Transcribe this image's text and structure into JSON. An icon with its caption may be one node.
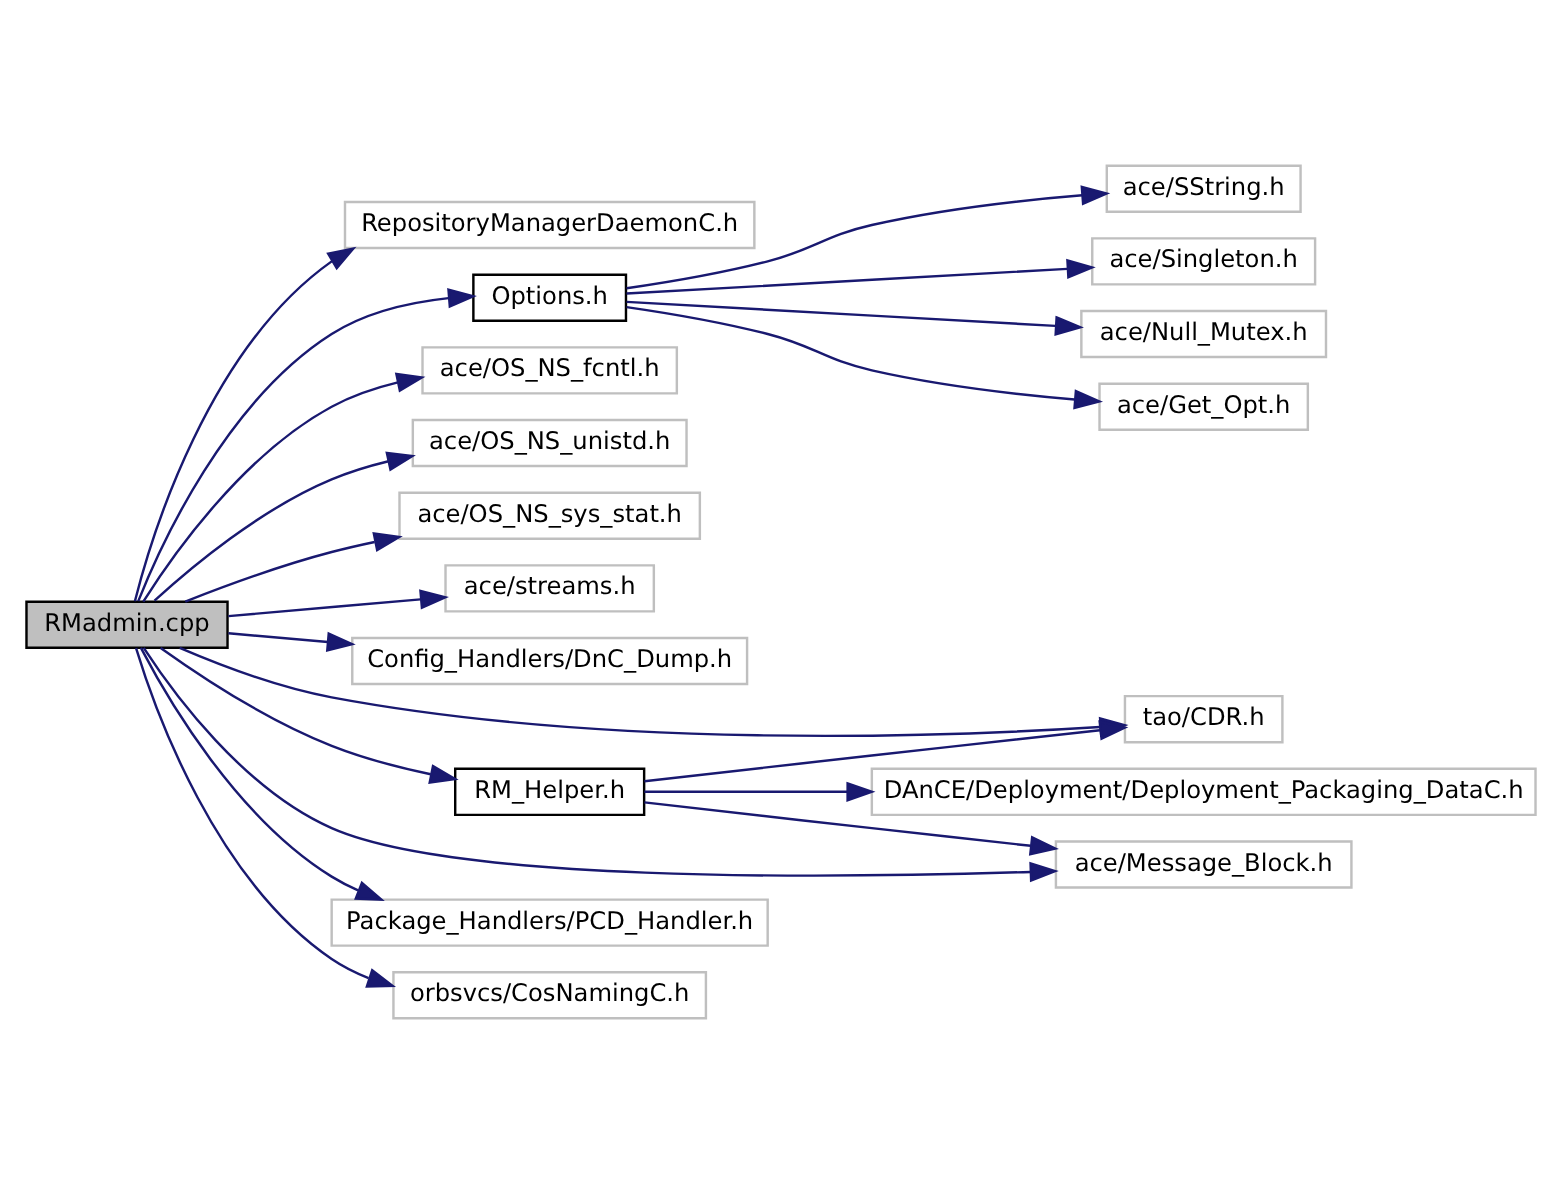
{
  "diagram": {
    "nodes": [
      {
        "text": [
          "RMadmin.cpp"
        ]
      },
      {
        "text": [
          "RepositoryManagerDaemonC.h"
        ]
      },
      {
        "text": [
          "Options.h"
        ]
      },
      {
        "text": [
          "ace/SString.h"
        ]
      },
      {
        "text": [
          "ace/Singleton.h"
        ]
      },
      {
        "text": [
          "ace/Null_Mutex.h"
        ]
      },
      {
        "text": [
          "ace/Get_Opt.h"
        ]
      },
      {
        "text": [
          "ace/OS_NS_fcntl.h"
        ]
      },
      {
        "text": [
          "ace/OS_NS_unistd.h"
        ]
      },
      {
        "text": [
          "ace/OS_NS_sys_stat.h"
        ]
      },
      {
        "text": [
          "ace/streams.h"
        ]
      },
      {
        "text": [
          "Config_Handlers/DnC_Dump.h"
        ]
      },
      {
        "text": [
          "tao/CDR.h"
        ]
      },
      {
        "text": [
          "RM_Helper.h"
        ]
      },
      {
        "text": [
          "DAnCE/Deployment/Deployment_Packaging_DataC.h"
        ]
      },
      {
        "text": [
          "ace/Message_Block.h"
        ]
      },
      {
        "text": [
          "Package_Handlers/PCD_Handler.h"
        ]
      },
      {
        "text": [
          "orbsvcs/CosNamingC.h"
        ]
      }
    ],
    "edges": [
      {
        "from": 0,
        "to": 1,
        "arrow": "to"
      },
      {
        "from": 0,
        "to": 2,
        "arrow": "to"
      },
      {
        "from": 2,
        "to": 3,
        "arrow": "to"
      },
      {
        "from": 2,
        "to": 4,
        "arrow": "to"
      },
      {
        "from": 2,
        "to": 5,
        "arrow": "to"
      },
      {
        "from": 2,
        "to": 6,
        "arrow": "to"
      },
      {
        "from": 0,
        "to": 7,
        "arrow": "to"
      },
      {
        "from": 0,
        "to": 8,
        "arrow": "to"
      },
      {
        "from": 0,
        "to": 9,
        "arrow": "to"
      },
      {
        "from": 0,
        "to": 10,
        "arrow": "to"
      },
      {
        "from": 0,
        "to": 11,
        "arrow": "to"
      },
      {
        "from": 0,
        "to": 12,
        "arrow": "to"
      },
      {
        "from": 0,
        "to": 13,
        "arrow": "to"
      },
      {
        "from": 13,
        "to": 12,
        "arrow": "to"
      },
      {
        "from": 13,
        "to": 14,
        "arrow": "to"
      },
      {
        "from": 13,
        "to": 15,
        "arrow": "to"
      },
      {
        "from": 0,
        "to": 15,
        "arrow": "to"
      },
      {
        "from": 0,
        "to": 16,
        "arrow": "to"
      },
      {
        "from": 0,
        "to": 17,
        "arrow": "to"
      }
    ]
  }
}
